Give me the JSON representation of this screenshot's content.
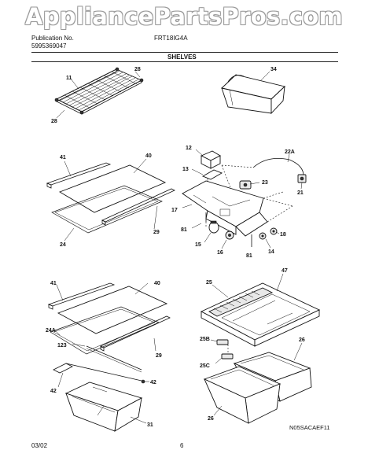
{
  "watermark": "AppliancePartsPros.com",
  "header": {
    "publication_label": "Publication No.",
    "publication_number": "5995369047",
    "model": "FRT18IG4A",
    "section_title": "SHELVES"
  },
  "footer": {
    "date": "03/02",
    "page_number": "6",
    "drawing_code": "N05SACAEF11"
  },
  "callouts": {
    "wire_shelf": "11",
    "shelf_end_top": "28",
    "shelf_end_bottom": "28",
    "door_bin": "34",
    "glass_frame_top_rear": "41",
    "glass_top": "40",
    "glass_front_trim_top": "29",
    "glass_seal_top": "24",
    "control_knob": "12",
    "control_bracket": "13",
    "harness": "22A",
    "light_socket": "23",
    "thermostat": "21",
    "control_housing": "17",
    "screw_left": "81",
    "light_bulb": "15",
    "damper": "16",
    "screw_right": "81",
    "clip_right": "18",
    "cover_clip": "14",
    "glass_frame_bottom_rear": "41",
    "glass_bottom": "40",
    "seal_assembly": "24A",
    "crisper_cover_frame": "123",
    "glass_front_trim_bottom": "29",
    "slide_left": "42",
    "slide_right": "42",
    "pan": "31",
    "crisper_cover": "25",
    "crisper_glass": "47",
    "cover_support_b": "25B",
    "cover_support_c": "25C",
    "crisper_right": "26",
    "crisper_left": "26"
  }
}
